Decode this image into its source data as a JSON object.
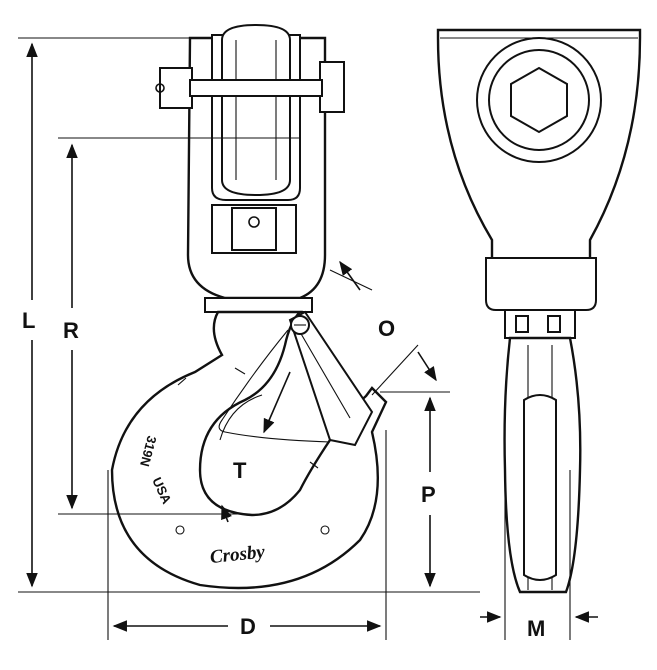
{
  "diagram": {
    "dimensions": [
      {
        "id": "L",
        "label": "L"
      },
      {
        "id": "R",
        "label": "R"
      },
      {
        "id": "O",
        "label": "O"
      },
      {
        "id": "T",
        "label": "T"
      },
      {
        "id": "P",
        "label": "P"
      },
      {
        "id": "D",
        "label": "D"
      },
      {
        "id": "M",
        "label": "M"
      }
    ],
    "stamp_line1": "319N",
    "stamp_line2": "USA",
    "brand": "Crosby",
    "colors": {
      "ink": "#111111",
      "paper": "#ffffff",
      "shade": "#cfcfcf"
    }
  }
}
